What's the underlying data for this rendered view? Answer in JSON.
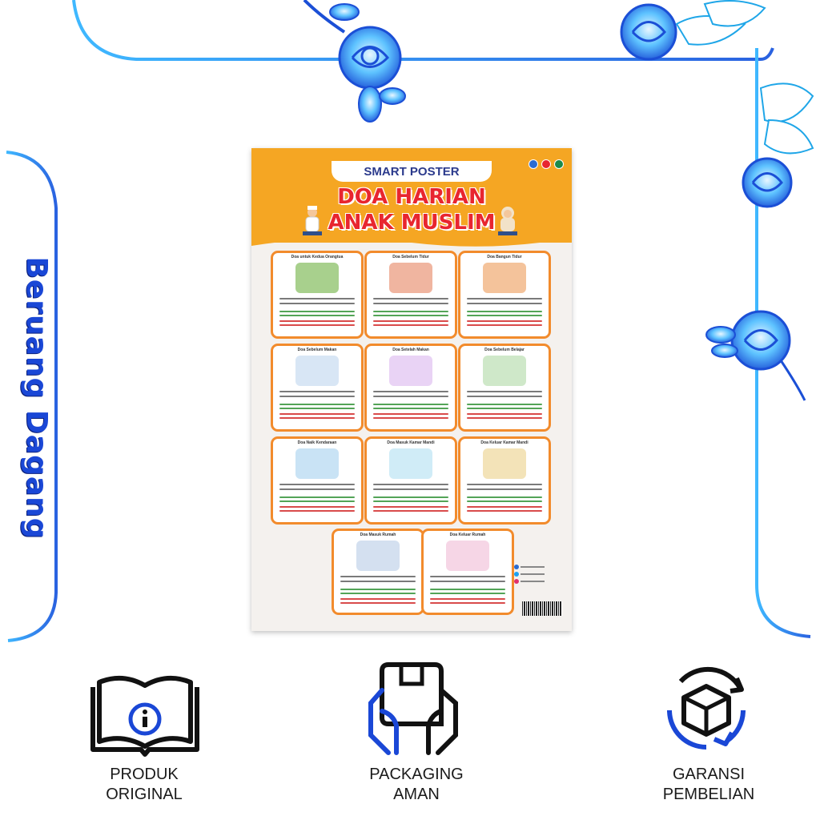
{
  "brand": {
    "side_text": "Beruang Dagang"
  },
  "poster": {
    "badge": "SMART POSTER",
    "title_line1": "DOA HARIAN",
    "title_line2": "ANAK MUSLIM",
    "cards": [
      {
        "title": "Doa untuk Kedua Orangtua"
      },
      {
        "title": "Doa Sebelum Tidur"
      },
      {
        "title": "Doa Bangun Tidur"
      },
      {
        "title": "Doa Sebelum Makan"
      },
      {
        "title": "Doa Setelah Makan"
      },
      {
        "title": "Doa Sebelum Belajar"
      },
      {
        "title": "Doa Naik Kendaraan"
      },
      {
        "title": "Doa Masuk Kamar Mandi"
      },
      {
        "title": "Doa Keluar Kamar Mandi"
      },
      {
        "title": "Doa Masuk Rumah"
      },
      {
        "title": "Doa Keluar Rumah"
      }
    ]
  },
  "features": [
    {
      "line1": "PRODUK",
      "line2": "ORIGINAL",
      "icon": "book-info-icon"
    },
    {
      "line1": "PACKAGING",
      "line2": "AMAN",
      "icon": "package-hands-icon"
    },
    {
      "line1": "GARANSI",
      "line2": "PEMBELIAN",
      "icon": "box-cycle-icon"
    }
  ],
  "colors": {
    "frame_blue": "#1fa6e8",
    "poster_orange": "#f5a623",
    "title_red": "#e8262f",
    "card_border": "#f28b2c",
    "side_text": "#1a47d6"
  }
}
